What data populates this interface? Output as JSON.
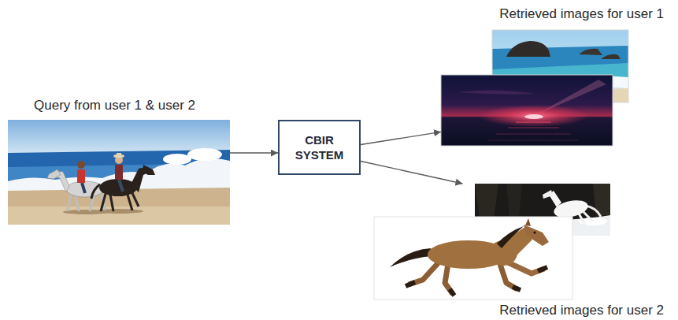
{
  "diagram": {
    "nodes": [
      {
        "text": [
          "Query from user 1 & user 2"
        ]
      },
      {
        "text": [
          "CBIR SYSTEM"
        ]
      },
      {
        "text": [
          "Retrieved images for user 1"
        ]
      },
      {
        "text": [
          "Retrieved images for user 2"
        ]
      }
    ],
    "edges": [
      {
        "from": 0,
        "to": 1,
        "arrow": "to"
      },
      {
        "from": 1,
        "to": 2,
        "arrow": "to"
      },
      {
        "from": 1,
        "to": 3,
        "arrow": "to"
      }
    ]
  }
}
